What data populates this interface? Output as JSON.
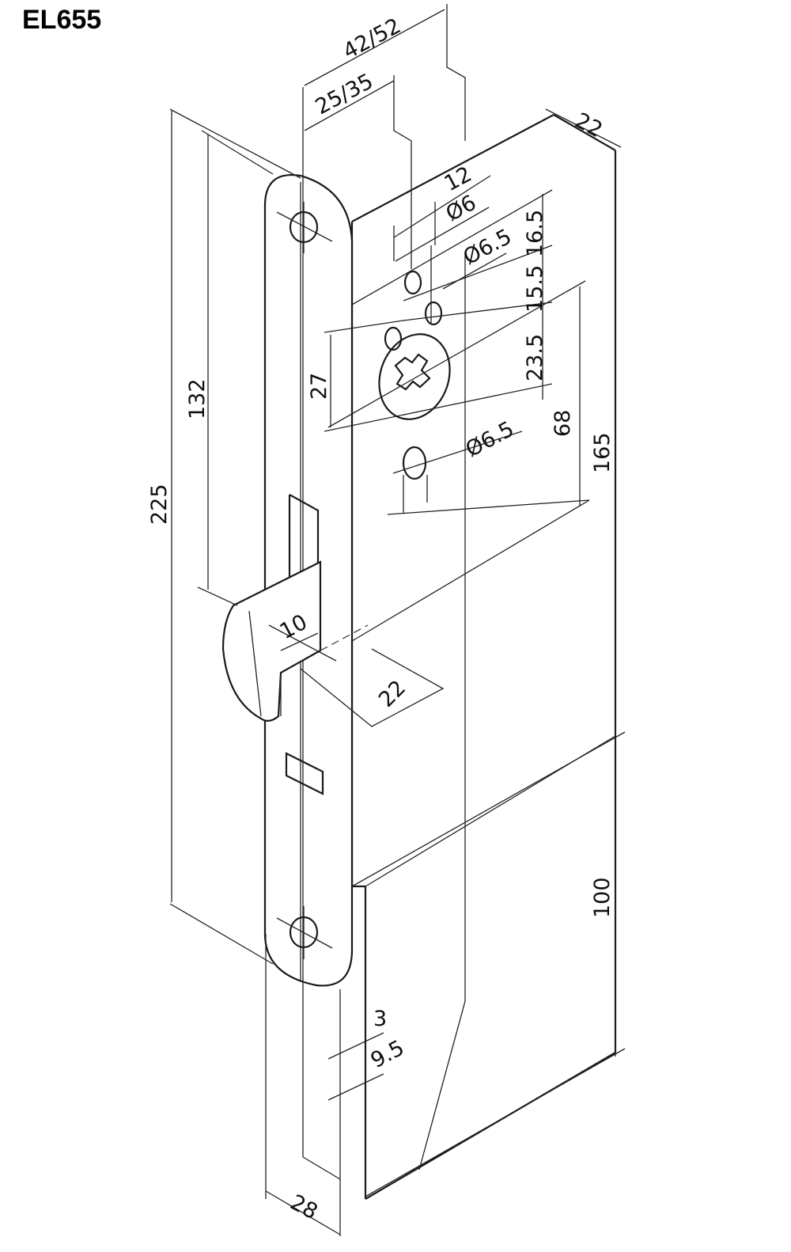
{
  "title": "EL655",
  "dimensions": {
    "backset_pair": "42/52",
    "backset_small": "25/35",
    "case_depth": "22",
    "spindle_offset_12": "12",
    "hole_d6": "Ø6",
    "hole_d65_top": "Ø6.5",
    "v_16_5": "16.5",
    "v_15_5": "15.5",
    "v_23_5": "23.5",
    "v_27": "27",
    "hole_d65_bottom": "Ø6.5",
    "v_68": "68",
    "v_132": "132",
    "v_225": "225",
    "v_165": "165",
    "latch_throw": "10",
    "latch_depth": "22",
    "v_100": "100",
    "plate_thickness": "3",
    "plate_offset": "9.5",
    "faceplate_width": "28"
  }
}
